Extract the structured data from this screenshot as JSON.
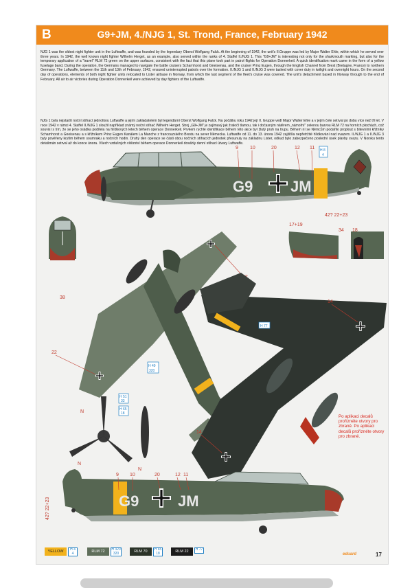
{
  "profile": {
    "letter": "B",
    "title": "G9+JM, 4./NJG 1, St. Trond, France, February 1942"
  },
  "text_en": "NJG 1 was the oldest night fighter unit in the Luftwaffe, and was founded by the legendary Oberst Wolfgang Falck. At the beginning of 1942, the unit's II.Gruppe was led by Major Walter Ehle, within which he served over three years. In 1942, the well known night fighter Wilhelm Herget, as an example, also served within the ranks of 4. Staffel II./NJG 1. This \"G9+JM\" is interesting not only for the sharkmouth marking, but also for the temporary application of a \"travel\" RLM 72 green on the upper surfaces, consistent with the fact that this plane took part in patrol flights for Operation Donnerkeil. A quick identification mark came in the form of a yellow fuselage band. During the operation, the Germans managed to navigate the battle cruisers Scharnhorst and Gneisenau, and the cruiser Prinz Eugen, through the English Channel from Brest (Bretagne, France) to northern Germany. The Luftwaffe, between the 11th and 13th of February, 1942, ensured uninterrupted patrols over the formation. II./NJG 1 and II./NJG 3 were tasked with cover duty in twilight and overnight hours. On the second day of operations, elements of both night fighter units relocated to Lister airbase in Norway, from which the last segment of the fleet's cruise was covered. The unit's detachment based in Norway through to the end of February. All air to air victories during Operation Donnerkeil were achieved by day fighters of the Luftwaffe.",
  "text_cz": "NJG 1 byla nejstarší noční stíhací jednotkou Luftwaffe a jejím zakladatelem byl legendární Oberst Wolfgang Falck. Na počátku roku 1942 její II. Gruppe vedl Major Walter Ehle a v jejím čele setrval po dobu více než tří let. V roce 1942 v rámci 4. Staffel II./NJG 1 sloužil například známý noční stíhač Wilhelm Herget. Stroj „G9+JM\" je zajímavý jak žraločí tlamou, tak i dočasným nátěrem „námořní\" zelenou barvou RLM 72 na horních plochách, což souvisí s tím, že se jeho osádka podílela na hlídkových letech během operace Donnerkeil. Prvkem rychlé identifikace během této akce byl žlutý pruh na trupu. Během ní se Němcům podařilo proplout s bitevními křižníky Scharnhorst a Gneisenau a s křižníkem Prinz Eugen Kanálem La Manche z francouzského Brestu na sever Německa. Luftwaffe od 11. do 13. února 1942 zajišťila nepřetržité hlídkování nad svazem. II./NJG 1 a II./NJG 3 byly pověřeny krytím během soumraku a nočních hodin. Druhý den operace se části obou nočních stíhacích jednotek přesunuly na základnu Lister, odkud bylo zabezpečeno poslední úsek plavby svazu. V Norsku tento detašmán setrval až do konce února. Všech vzdušných vítězství během operace Donnerkeil dosáhly denní stíhací útvary Luftwaffe.",
  "fuselage_code_left": "G9",
  "fuselage_code_right": "JM",
  "callouts": {
    "side": [
      "9",
      "10",
      "20",
      "12",
      "11"
    ],
    "top": [
      "22",
      "22"
    ],
    "nose_front": "38",
    "cowl": "17+19",
    "cowl_front": [
      "34",
      "18"
    ],
    "tail": "42? 22+23",
    "bottom": [
      "14",
      "14"
    ],
    "prop": [
      "N",
      "N",
      "N"
    ],
    "left_side": [
      "9",
      "10",
      "20",
      "12",
      "11"
    ],
    "left_tail": "42? 22+23"
  },
  "code_boxes": {
    "top_fuse": [
      "H 8",
      "4"
    ],
    "top_mid": [
      "H 49",
      "320"
    ],
    "under_mid": [
      "H 77",
      ""
    ],
    "prop_a": [
      "H 51",
      "33"
    ],
    "prop_b": [
      "H 65",
      "18"
    ]
  },
  "decal_note": "Po aplikaci decalů proříznéte otvory pro zbraně. Po aplikaci decalů proříznéte otvory pro zbraně.",
  "legend": [
    {
      "name": "YELLOW",
      "color": "#f2b21c",
      "text_color": "#222",
      "code_top": "H 4",
      "code_bottom": "4"
    },
    {
      "name": "RLM 72",
      "color": "#5f6e5a",
      "text_color": "#fff",
      "code_top": "H 320",
      "code_bottom": "320"
    },
    {
      "name": "RLM 70",
      "color": "#2b3328",
      "text_color": "#fff",
      "code_top": "H 65",
      "code_bottom": "18"
    },
    {
      "name": "RLM 22",
      "color": "#1b1b1b",
      "text_color": "#fff",
      "code_top": "H 77",
      "code_bottom": ""
    }
  ],
  "brand": "eduard",
  "page_number": "17"
}
